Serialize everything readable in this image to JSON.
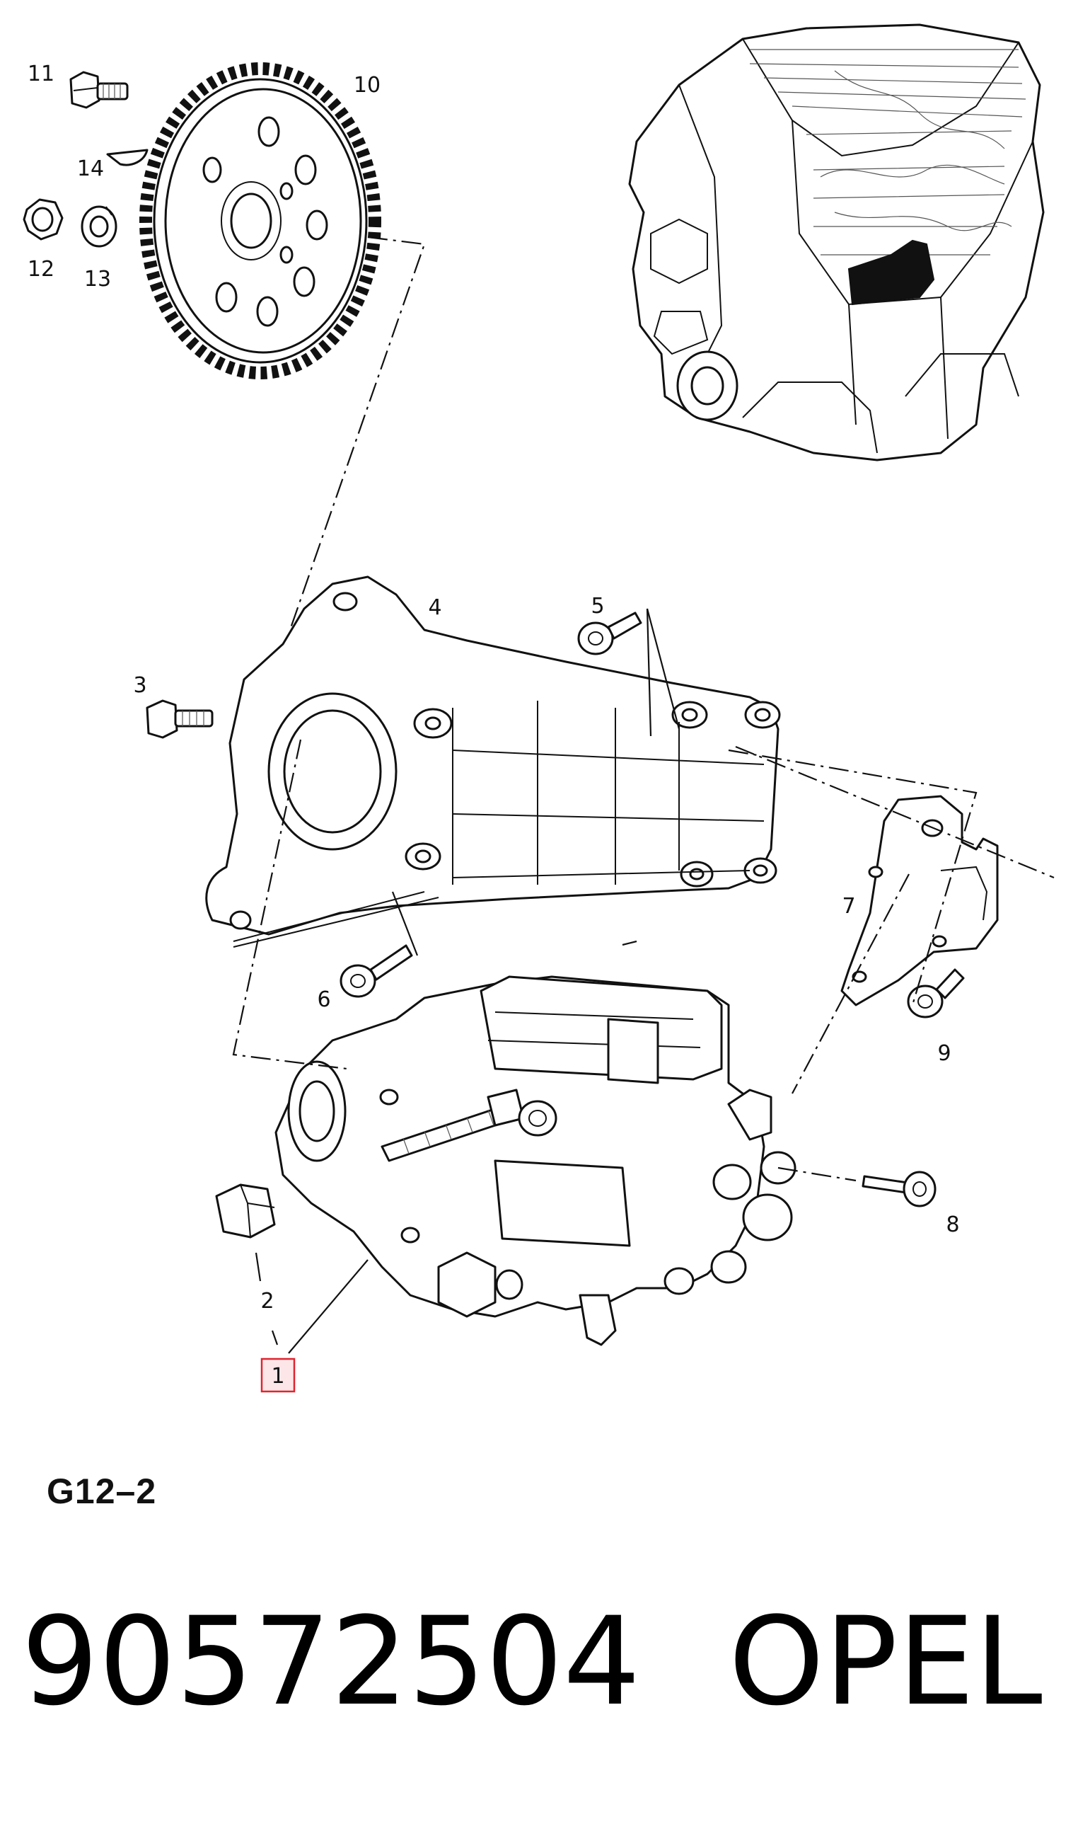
{
  "callouts": {
    "c1": "1",
    "c2": "2",
    "c3": "3",
    "c4": "4",
    "c5": "5",
    "c6": "6",
    "c7": "7",
    "c8": "8",
    "c9": "9",
    "c10": "10",
    "c11": "11",
    "c12": "12",
    "c13": "13",
    "c14": "14"
  },
  "highlight": {
    "callout": "1",
    "box_color": "#e0242f",
    "box_fill": "#fde6e8"
  },
  "figure_code": "G12–2",
  "part_number": "90572504",
  "brand": "OPEL"
}
